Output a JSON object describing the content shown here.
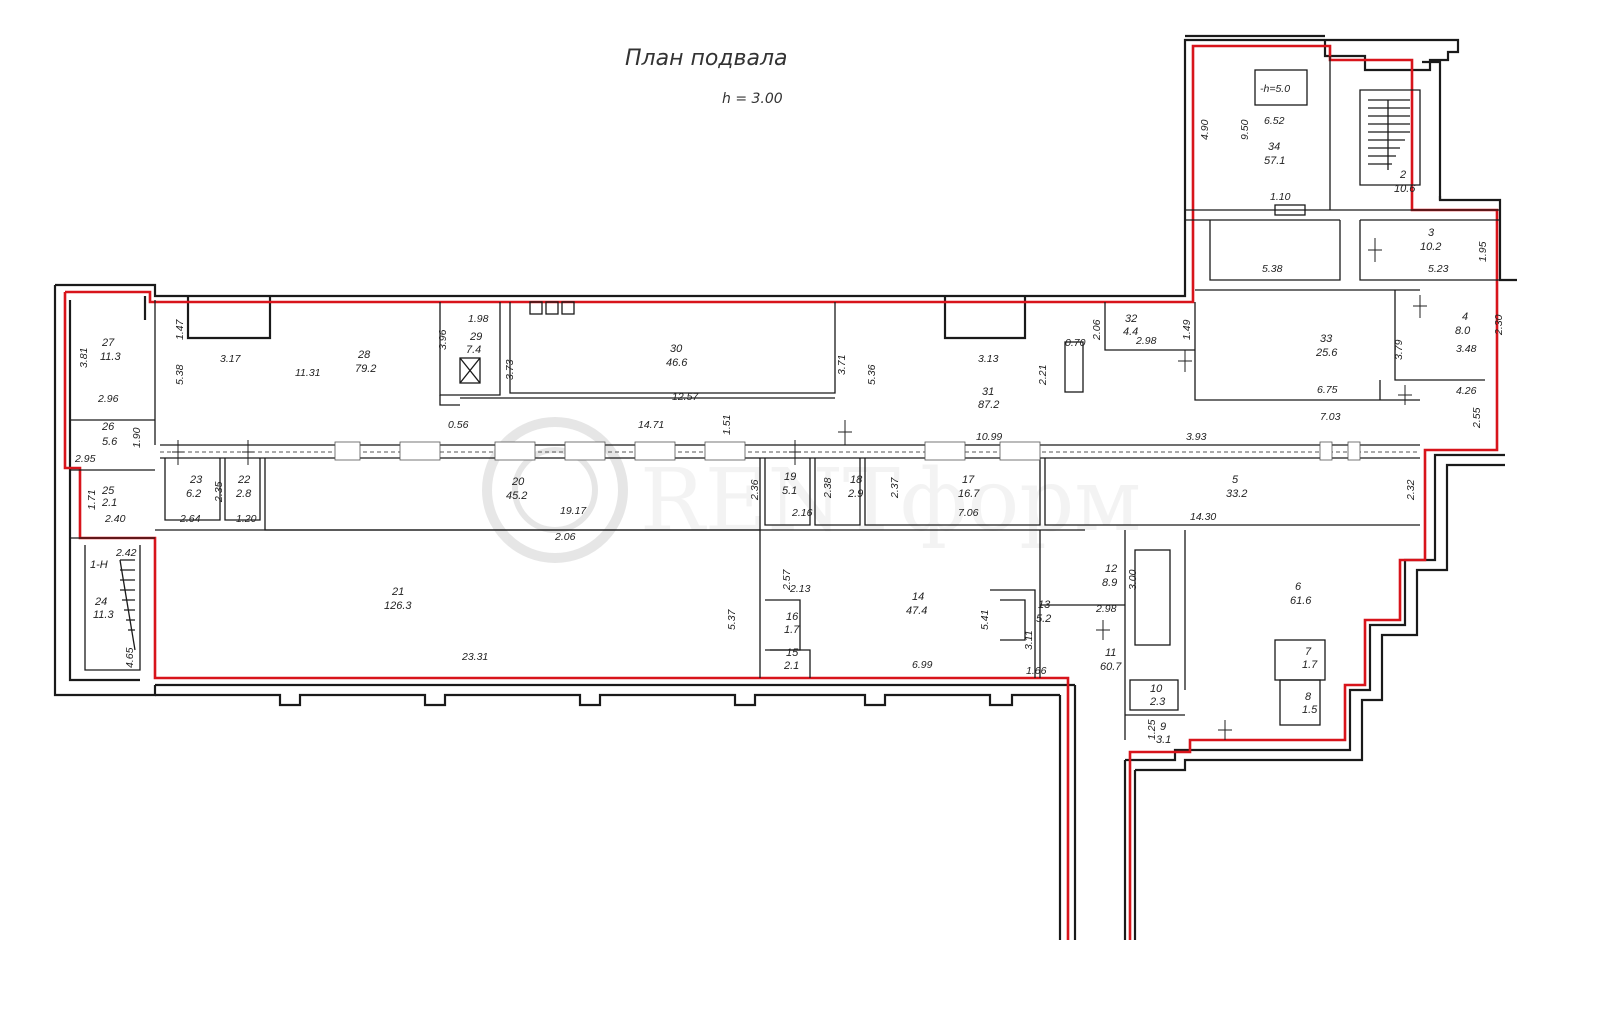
{
  "title": "План подвала",
  "subtitle": "h = 3.00",
  "watermark": "RENTформ",
  "rooms": [
    {
      "id": "r1",
      "num": "1-Н",
      "area": ""
    },
    {
      "id": "r2",
      "num": "2",
      "area": "10.6"
    },
    {
      "id": "r3",
      "num": "3",
      "area": "10.2"
    },
    {
      "id": "r4",
      "num": "4",
      "area": "8.0"
    },
    {
      "id": "r5",
      "num": "5",
      "area": "33.2"
    },
    {
      "id": "r6",
      "num": "6",
      "area": "61.6"
    },
    {
      "id": "r7",
      "num": "7",
      "area": "1.7"
    },
    {
      "id": "r8",
      "num": "8",
      "area": "1.5"
    },
    {
      "id": "r9",
      "num": "9",
      "area": "3.1"
    },
    {
      "id": "r10",
      "num": "10",
      "area": "2.3"
    },
    {
      "id": "r11",
      "num": "11",
      "area": "60.7"
    },
    {
      "id": "r12",
      "num": "12",
      "area": "8.9"
    },
    {
      "id": "r13",
      "num": "13",
      "area": "5.2"
    },
    {
      "id": "r14",
      "num": "14",
      "area": "47.4"
    },
    {
      "id": "r15",
      "num": "15",
      "area": "2.1"
    },
    {
      "id": "r16",
      "num": "16",
      "area": "1.7"
    },
    {
      "id": "r17",
      "num": "17",
      "area": "16.7"
    },
    {
      "id": "r18",
      "num": "18",
      "area": "2.9"
    },
    {
      "id": "r19",
      "num": "19",
      "area": "5.1"
    },
    {
      "id": "r20",
      "num": "20",
      "area": "45.2"
    },
    {
      "id": "r21",
      "num": "21",
      "area": "126.3"
    },
    {
      "id": "r22",
      "num": "22",
      "area": "2.8"
    },
    {
      "id": "r23",
      "num": "23",
      "area": "6.2"
    },
    {
      "id": "r24",
      "num": "24",
      "area": "11.3"
    },
    {
      "id": "r25",
      "num": "25",
      "area": "2.1"
    },
    {
      "id": "r26",
      "num": "26",
      "area": "5.6"
    },
    {
      "id": "r27",
      "num": "27",
      "area": "11.3"
    },
    {
      "id": "r28",
      "num": "28",
      "area": "79.2"
    },
    {
      "id": "r29",
      "num": "29",
      "area": "7.4"
    },
    {
      "id": "r30",
      "num": "30",
      "area": "46.6"
    },
    {
      "id": "r31",
      "num": "31",
      "area": "87.2"
    },
    {
      "id": "r32",
      "num": "32",
      "area": "4.4"
    },
    {
      "id": "r33",
      "num": "33",
      "area": "25.6"
    },
    {
      "id": "r34",
      "num": "34",
      "area": "57.1"
    }
  ],
  "dimensions": {
    "d1": "3.81",
    "d2": "2.96",
    "d3": "1.47",
    "d4": "5.38",
    "d5": "3.17",
    "d6": "11.31",
    "d7": "1.98",
    "d8": "3.96",
    "d9": "3.73",
    "d10": "0.56",
    "d11": "12.57",
    "d12": "3.71",
    "d13": "14.71",
    "d14": "1.51",
    "d15": "5.36",
    "d16": "3.13",
    "d17": "0.70",
    "d18": "2.21",
    "d19": "2.06",
    "d20": "2.98",
    "d21": "1.49",
    "d22": "3.79",
    "d23": "6.75",
    "d24": "7.03",
    "d25": "10.99",
    "d26": "3.93",
    "d27": "4.90",
    "d28": "9.50",
    "d29": "6.52",
    "d30": "1.10",
    "d31": "5.38",
    "d32": "5.23",
    "d33": "1.95",
    "d34": "3.48",
    "d35": "2.30",
    "d36": "4.26",
    "d37": "2.55",
    "d38": "2.32",
    "d39": "14.30",
    "d40": "1.90",
    "d41": "2.95",
    "d42": "1.71",
    "d43": "2.40",
    "d44": "2.64",
    "d45": "2.35",
    "d46": "1.20",
    "d47": "19.17",
    "d48": "2.36",
    "d49": "2.06",
    "d50": "2.16",
    "d51": "2.38",
    "d52": "2.37",
    "d53": "7.06",
    "d54": "2.42",
    "d55": "4.65",
    "d56": "23.31",
    "d57": "5.37",
    "d58": "2.57",
    "d59": "2.13",
    "d60": "6.99",
    "d61": "5.41",
    "d62": "3.11",
    "d63": "1.66",
    "d64": "3.00",
    "d65": "2.98",
    "d66": "1.25",
    "d67": "-h=5.0"
  }
}
